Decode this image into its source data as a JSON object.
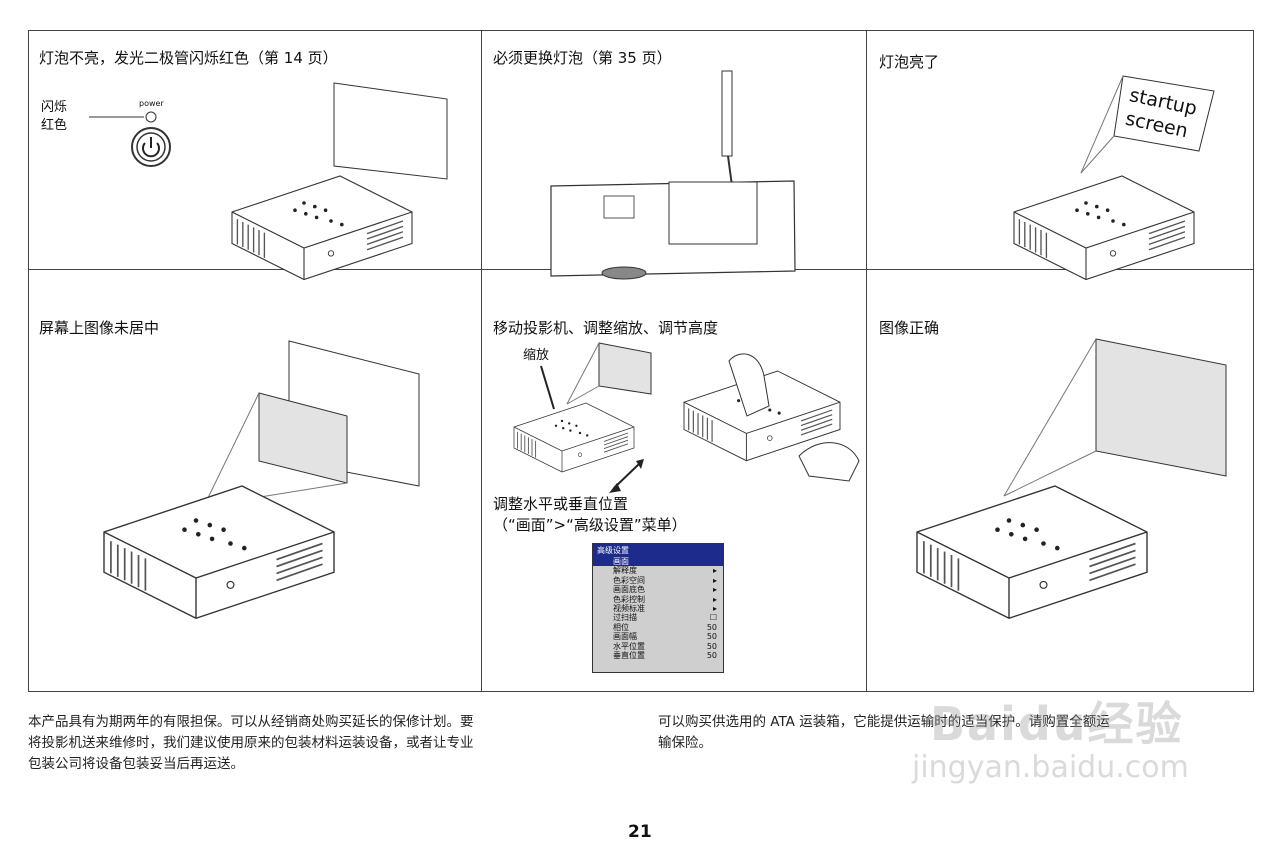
{
  "panels": [
    {
      "caption": "灯泡不亮，发光二极管闪烁红色（第 14 页）",
      "label_line1": "闪烁",
      "label_line2": "红色",
      "power_label": "power"
    },
    {
      "caption": "必须更换灯泡（第 35 页）"
    },
    {
      "caption": "灯泡亮了",
      "screen_text_1": "startup",
      "screen_text_2": "screen"
    },
    {
      "caption": "屏幕上图像未居中"
    },
    {
      "caption": "移动投影机、调整缩放、调节高度",
      "zoom_label": "缩放",
      "adjust_line1": "调整水平或垂直位置",
      "adjust_line2": "（“画面”>“高级设置”菜单）"
    },
    {
      "caption": "图像正确"
    }
  ],
  "menu": {
    "title": "高级设置",
    "items": [
      {
        "label": "画面",
        "value": ""
      },
      {
        "label": "解释度",
        "value": "▸"
      },
      {
        "label": "色彩空间",
        "value": "▸"
      },
      {
        "label": "画面底色",
        "value": "▸"
      },
      {
        "label": "色彩控制",
        "value": "▸"
      },
      {
        "label": "视频标准",
        "value": "▸"
      },
      {
        "label": "过扫描",
        "value": "☐"
      },
      {
        "label": "相位",
        "value": "50"
      },
      {
        "label": "画面幅",
        "value": "50"
      },
      {
        "label": "水平位置",
        "value": "50"
      },
      {
        "label": "垂直位置",
        "value": "50"
      }
    ]
  },
  "footer": {
    "left_line1": "本产品具有为期两年的有限担保。可以从经销商处购买延长的保修计划。要",
    "left_line2": "将投影机送来维修时，我们建议使用原来的包装材料运装设备，或者让专业",
    "left_line3": "包装公司将设备包装妥当后再运送。",
    "right_line1": "可以购买供选用的 ATA 运装箱，它能提供运输时的适当保护。请购置全额运",
    "right_line2": "输保险。",
    "page_number": "21"
  },
  "watermark": {
    "line1": "Baidu经验",
    "line2": "jingyan.baidu.com"
  }
}
